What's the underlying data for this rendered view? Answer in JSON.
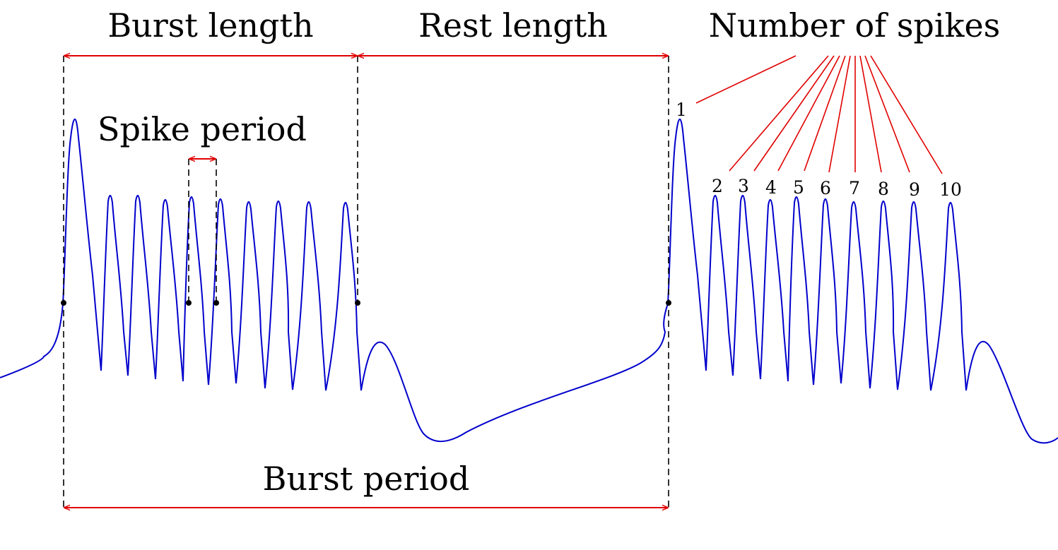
{
  "labels": {
    "burst_length": "Burst length",
    "rest_length": "Rest length",
    "number_of_spikes": "Number of spikes",
    "spike_period": "Spike period",
    "burst_period": "Burst period"
  },
  "spike_numbers": [
    "1",
    "2",
    "3",
    "4",
    "5",
    "6",
    "7",
    "8",
    "9",
    "10"
  ],
  "colors": {
    "trace": "#0000cc",
    "annotation": "#e00000",
    "marker": "#000000"
  }
}
